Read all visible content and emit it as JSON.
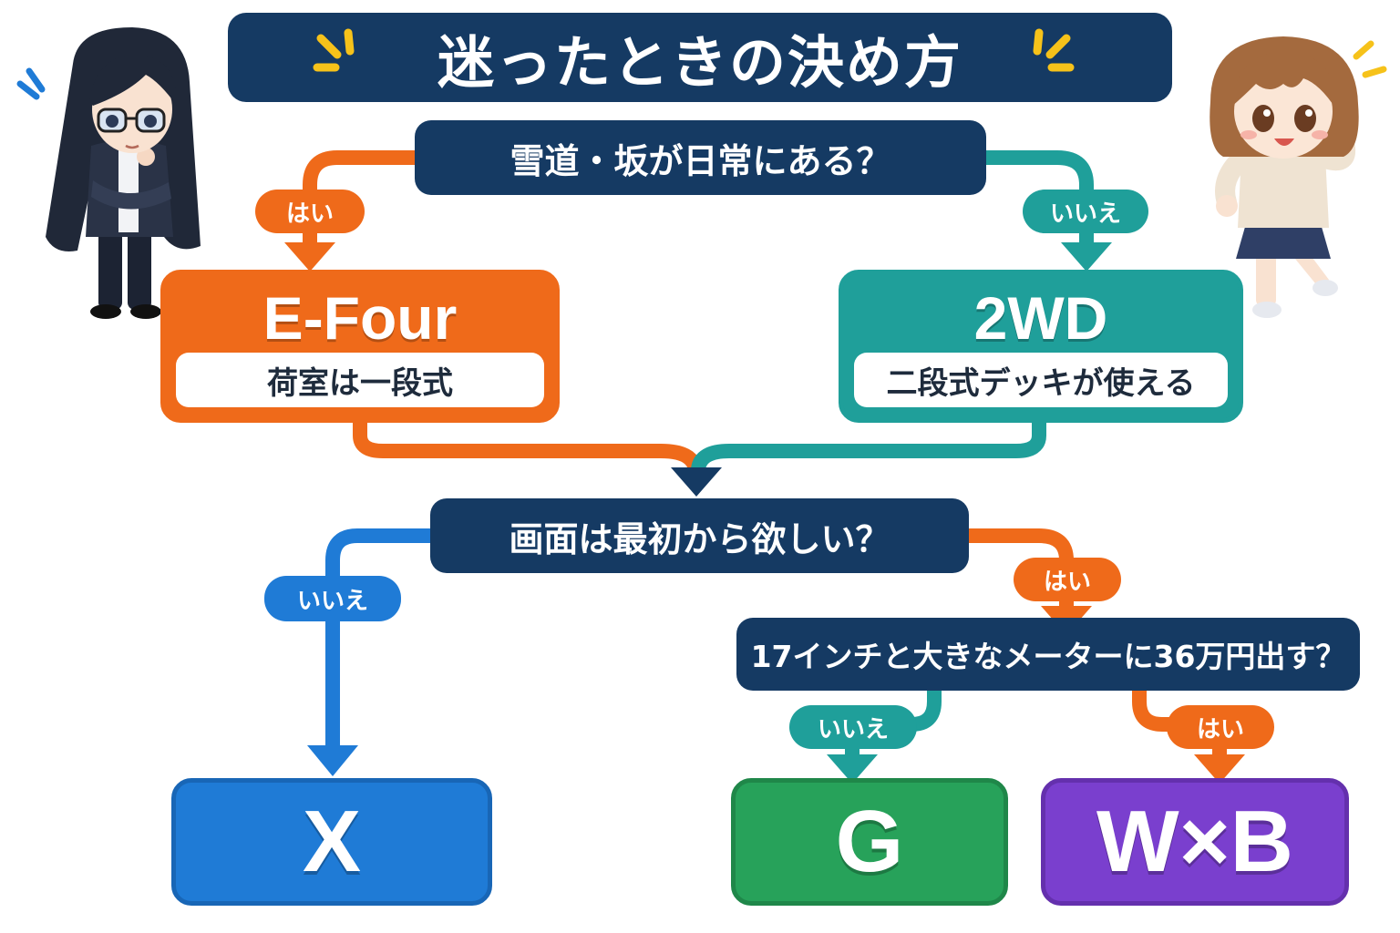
{
  "title": "迷ったときの決め方",
  "colors": {
    "navy": "#153a63",
    "orange": "#ef6a1a",
    "teal": "#1f9f9a",
    "blue": "#1f7bd6",
    "green": "#27a25a",
    "purple": "#7a3fce",
    "spark": "#f6c21a"
  },
  "questions": {
    "q1": "雪道・坂が日常にある？",
    "q2": "画面は最初から欲しい？",
    "q3": "17インチと大きなメーターに36万円出す？"
  },
  "labels": {
    "q1_yes": "はい",
    "q1_no": "いいえ",
    "q2_no": "いいえ",
    "q2_yes": "はい",
    "q3_no": "いいえ",
    "q3_yes": "はい"
  },
  "outcomes": {
    "efour": {
      "name": "E-Four",
      "note": "荷室は一段式"
    },
    "twowd": {
      "name": "2WD",
      "note": "二段式デッキが使える"
    },
    "x": {
      "name": "X"
    },
    "g": {
      "name": "G"
    },
    "wxb": {
      "name": "W×B"
    }
  },
  "illustrations": {
    "left": "woman-with-glasses-icon",
    "right": "cheerful-girl-icon"
  }
}
